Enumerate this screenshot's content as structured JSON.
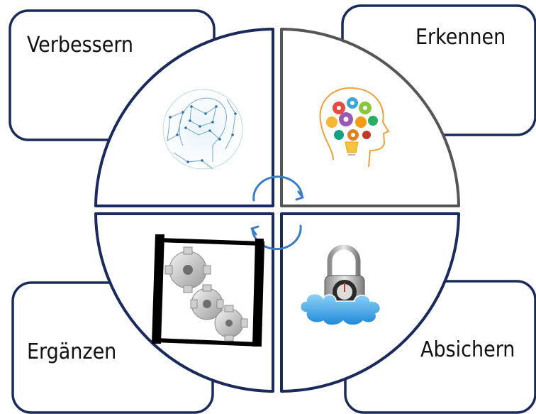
{
  "diagram": {
    "colors": {
      "navy": "#1b2a5c",
      "gray_outline": "#555555",
      "arrow_blue": "#3b7dc4"
    },
    "quadrants": [
      {
        "id": "top-left",
        "label": "Verbessern",
        "icon": "brain-network-icon"
      },
      {
        "id": "top-right",
        "label": "Erkennen",
        "icon": "brain-gears-icon"
      },
      {
        "id": "bottom-left",
        "label": "Ergänzen",
        "icon": "gears-icon"
      },
      {
        "id": "bottom-right",
        "label": "Absichern",
        "icon": "cloud-lock-icon"
      }
    ],
    "center_icon": "cycle-arrows-icon"
  }
}
